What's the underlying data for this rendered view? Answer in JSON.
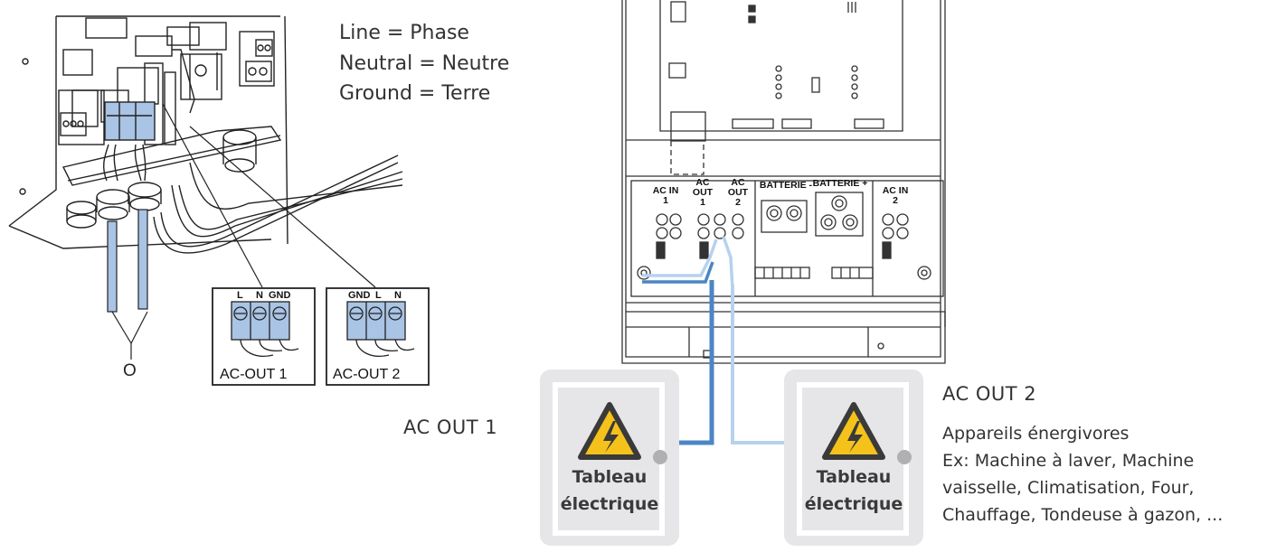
{
  "legend": {
    "line1": "Line = Phase",
    "line2": "Neutral = Neutre",
    "line3": "Ground = Terre"
  },
  "callout_letter": "O",
  "terminal_box_1": {
    "labels": [
      "L",
      "N",
      "GND"
    ],
    "caption": "AC-OUT 1"
  },
  "terminal_box_2": {
    "labels": [
      "GND",
      "L",
      "N"
    ],
    "caption": "AC-OUT 2"
  },
  "inverter": {
    "ac_in_1": [
      "AC IN",
      "1"
    ],
    "ac_out_1": [
      "AC",
      "OUT",
      "1"
    ],
    "ac_out_2": [
      "AC",
      "OUT",
      "2"
    ],
    "batterie_minus": "BATTERIE -",
    "batterie_plus": "BATTERIE +",
    "ac_in_2": [
      "AC IN",
      "2"
    ]
  },
  "panels": {
    "panel_1": {
      "line1": "Tableau",
      "line2": "électrique"
    },
    "panel_2": {
      "line1": "Tableau",
      "line2": "électrique"
    }
  },
  "ac_out_1_label": "AC OUT 1",
  "ac_out_2_label": "AC OUT 2",
  "ac_out_2_desc": [
    "Appareils énergivores",
    "Ex: Machine à laver, Machine",
    "vaisselle, Climatisation, Four,",
    "Chauffage, Tondeuse à gazon, ..."
  ],
  "colors": {
    "wire_ac_out_1": "#4a86c5",
    "wire_ac_out_2": "#b7d1ee",
    "terminal_fill": "#a9c4e4",
    "warning_yellow": "#f4c21b",
    "panel_gray": "#e6e6e8"
  }
}
